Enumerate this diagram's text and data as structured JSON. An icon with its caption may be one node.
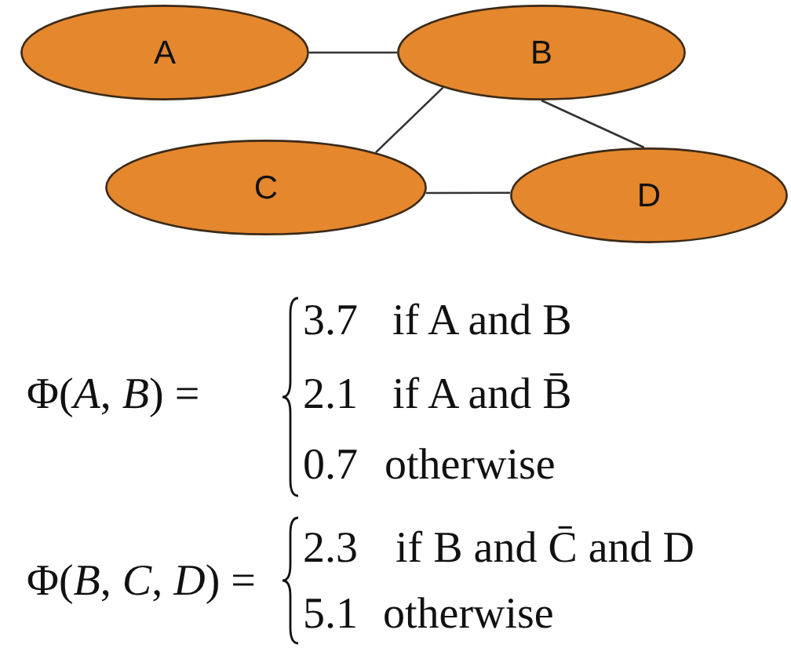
{
  "diagram": {
    "nodes": [
      {
        "text": [
          "A"
        ]
      },
      {
        "text": [
          "B"
        ]
      },
      {
        "text": [
          "C"
        ]
      },
      {
        "text": [
          "D"
        ]
      }
    ],
    "edges": [
      {
        "from": 0,
        "to": 1,
        "arrow": "none"
      },
      {
        "from": 1,
        "to": 2,
        "arrow": "none"
      },
      {
        "from": 1,
        "to": 3,
        "arrow": "none"
      },
      {
        "from": 2,
        "to": 3,
        "arrow": "none"
      }
    ],
    "labels": [
      "Φ(*A*, *B*) =",
      "3.7",
      "if A and B",
      "2.1",
      "if A and B̄",
      "0.7",
      "otherwise",
      "Φ(*B*, *C*, *D*) =",
      "2.3",
      "if B and C̄ and D",
      "5.1",
      "otherwise"
    ]
  }
}
